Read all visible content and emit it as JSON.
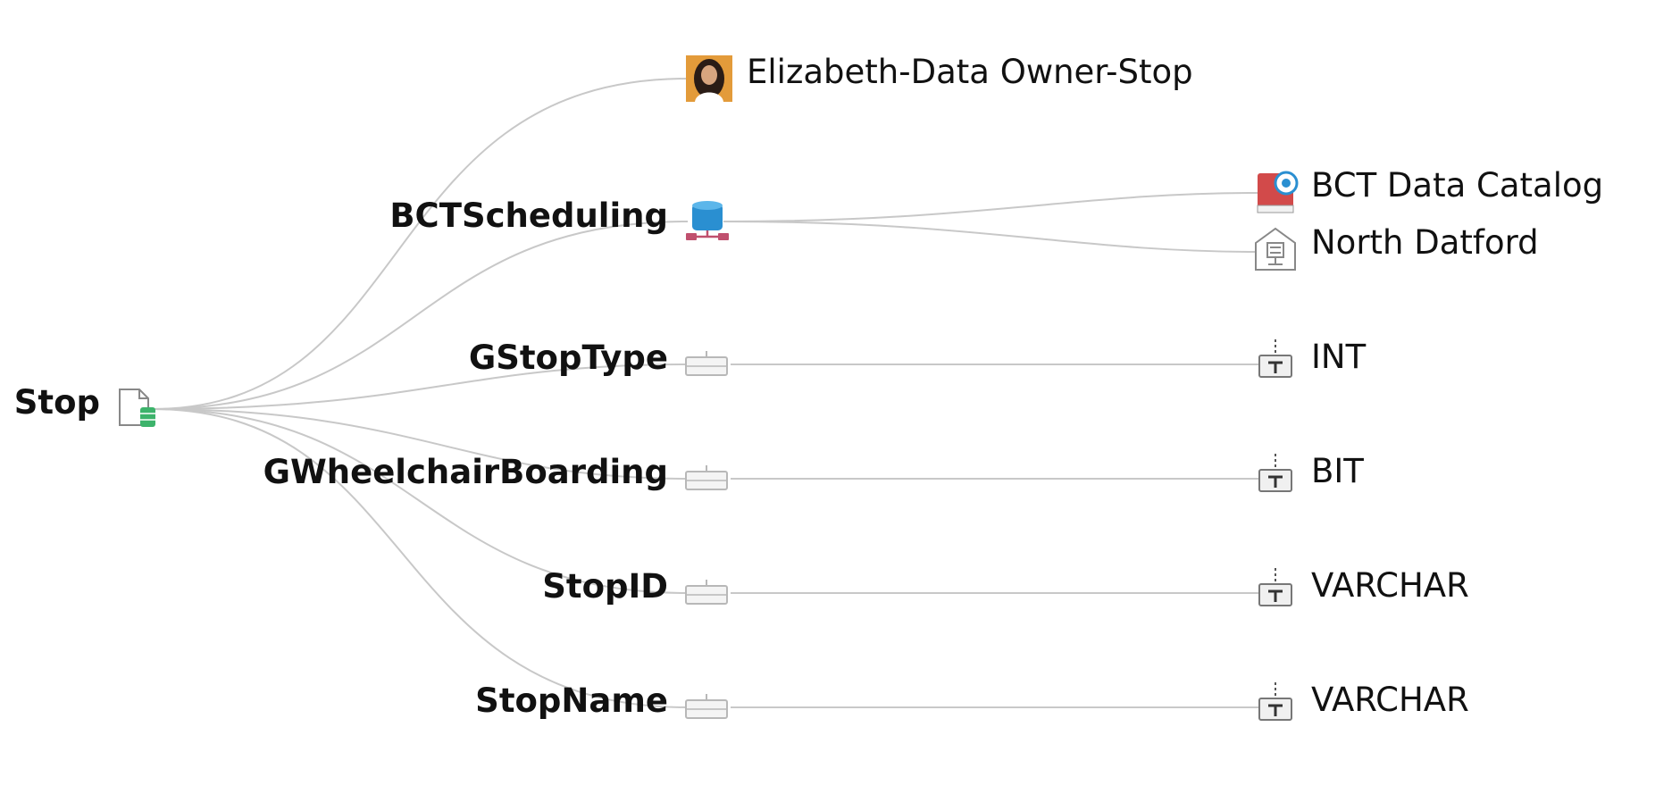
{
  "root": {
    "label": "Stop",
    "icon": "table-icon"
  },
  "owner": {
    "label": "Elizabeth-Data Owner-Stop",
    "icon": "person-avatar-icon"
  },
  "schema": {
    "label": "BCTScheduling",
    "icon": "database-icon"
  },
  "schema_children": [
    {
      "label": "BCT Data Catalog",
      "icon": "catalog-book-icon"
    },
    {
      "label": "North Datford",
      "icon": "datacenter-building-icon"
    }
  ],
  "columns": [
    {
      "label": "GStopType",
      "type": "INT"
    },
    {
      "label": "GWheelchairBoarding",
      "type": "BIT"
    },
    {
      "label": "StopID",
      "type": "VARCHAR"
    },
    {
      "label": "StopName",
      "type": "VARCHAR"
    }
  ],
  "colors": {
    "edge": "#c8c8c8",
    "database_blue": "#2a8fd1",
    "database_link": "#c0506e",
    "catalog_red": "#d24a4a",
    "table_green": "#3db36b"
  }
}
